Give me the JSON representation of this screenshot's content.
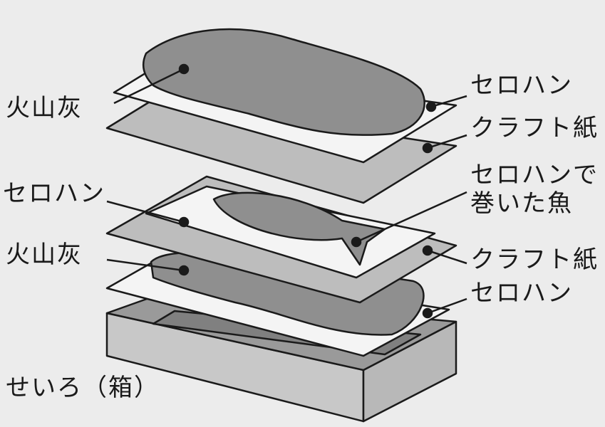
{
  "labels": {
    "ash_top": "火山灰",
    "cellophane_top": "セロハン",
    "kraft_top": "クラフト紙",
    "cellophane_mid_left": "セロハン",
    "fish_line1": "セロハンで",
    "fish_line2": "巻いた魚",
    "ash_bottom": "火山灰",
    "kraft_mid": "クラフト紙",
    "cellophane_bottom": "セロハン",
    "box": "せいろ（箱）"
  },
  "colors": {
    "ash": "#8f8f8f",
    "kraft": "#bdbdbd",
    "cellophane": "#f4f4f4",
    "box_top": "#a9a9a9",
    "box_side": "#c8c8c8"
  }
}
